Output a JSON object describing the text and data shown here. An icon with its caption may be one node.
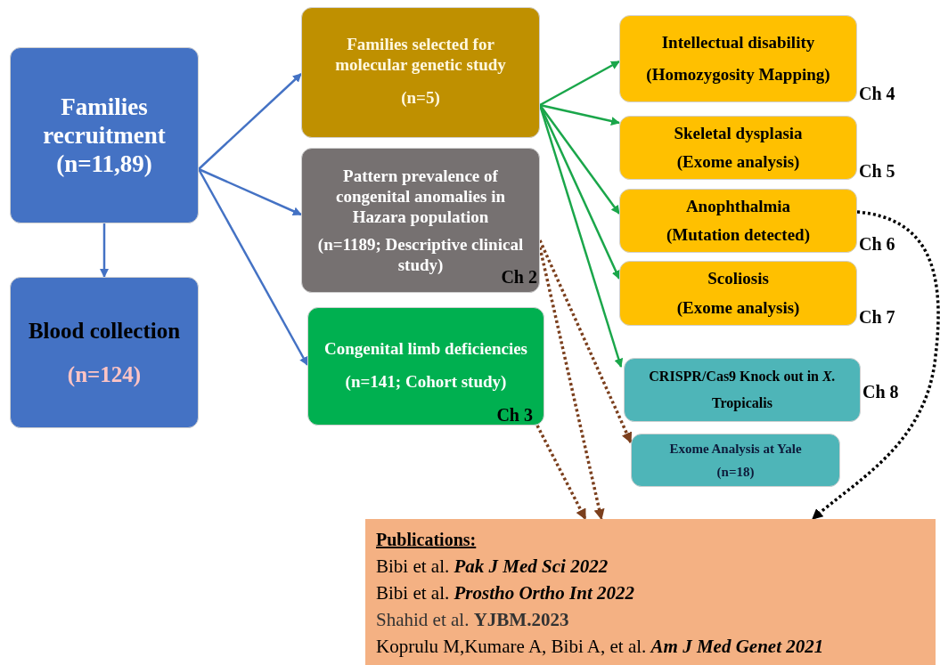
{
  "diagram": {
    "nodes": [
      {
        "text": [
          "Families recruitment",
          "(n=11,89)"
        ]
      },
      {
        "text": [
          "Blood collection",
          "(n=124)"
        ]
      },
      {
        "text": [
          "Families selected for molecular genetic study",
          "(n=5)"
        ]
      },
      {
        "text": [
          "Pattern prevalence of congenital anomalies in Hazara population",
          "(n=1189; Descriptive clinical study)",
          "Ch 2"
        ]
      },
      {
        "text": [
          "Congenital limb deficiencies",
          "(n=141; Cohort study)",
          "Ch 3"
        ]
      },
      {
        "text": [
          "Intellectual disability",
          "(Homozygosity Mapping)"
        ],
        "beside": [
          "Ch 4"
        ]
      },
      {
        "text": [
          "Skeletal dysplasia",
          "(Exome analysis)"
        ],
        "beside": [
          "Ch 5"
        ]
      },
      {
        "text": [
          "Anophthalmia",
          "(Mutation detected)"
        ],
        "beside": [
          "Ch 6"
        ]
      },
      {
        "text": [
          "Scoliosis",
          "(Exome analysis)"
        ],
        "beside": [
          "Ch 7"
        ]
      },
      {
        "text": [
          "CRISPR/Cas9 Knock out in *X.* Tropicalis"
        ],
        "beside": [
          "Ch 8"
        ]
      },
      {
        "text": [
          "Exome Analysis at Yale",
          "(n=18)"
        ]
      },
      {
        "text": [
          "Publications:",
          "Bibi et al. *Pak J Med Sci 2022*",
          "Bibi et al. *Prostho Ortho Int 2022*",
          "Shahid et al. **YJBM.2023**",
          "Koprulu M,Kumare A, Bibi A, et al. *Am J Med Genet 2021*"
        ]
      }
    ],
    "edges": [
      {
        "from": 0,
        "to": 1,
        "arrow": "to",
        "color": "#4472c4"
      },
      {
        "from": 0,
        "to": 2,
        "arrow": "to",
        "color": "#4472c4"
      },
      {
        "from": 0,
        "to": 3,
        "arrow": "to",
        "color": "#4472c4"
      },
      {
        "from": 0,
        "to": 4,
        "arrow": "to",
        "color": "#4472c4"
      },
      {
        "from": 2,
        "to": 5,
        "arrow": "to",
        "color": "#1aa64a"
      },
      {
        "from": 2,
        "to": 6,
        "arrow": "to",
        "color": "#1aa64a"
      },
      {
        "from": 2,
        "to": 7,
        "arrow": "to",
        "color": "#1aa64a"
      },
      {
        "from": 2,
        "to": 8,
        "arrow": "to",
        "color": "#1aa64a"
      },
      {
        "from": 2,
        "to": 9,
        "arrow": "to",
        "color": "#1aa64a"
      },
      {
        "from": 3,
        "to": 10,
        "arrow": "to",
        "style": "dashed",
        "color": "#7b3f1d"
      },
      {
        "from": 3,
        "to": 11,
        "arrow": "to",
        "style": "dashed",
        "color": "#7b3f1d"
      },
      {
        "from": 4,
        "to": 11,
        "arrow": "to",
        "style": "dashed",
        "color": "#7b3f1d"
      },
      {
        "from": 7,
        "to": 11,
        "arrow": "to",
        "style": "dashed",
        "color": "#000000"
      }
    ]
  }
}
